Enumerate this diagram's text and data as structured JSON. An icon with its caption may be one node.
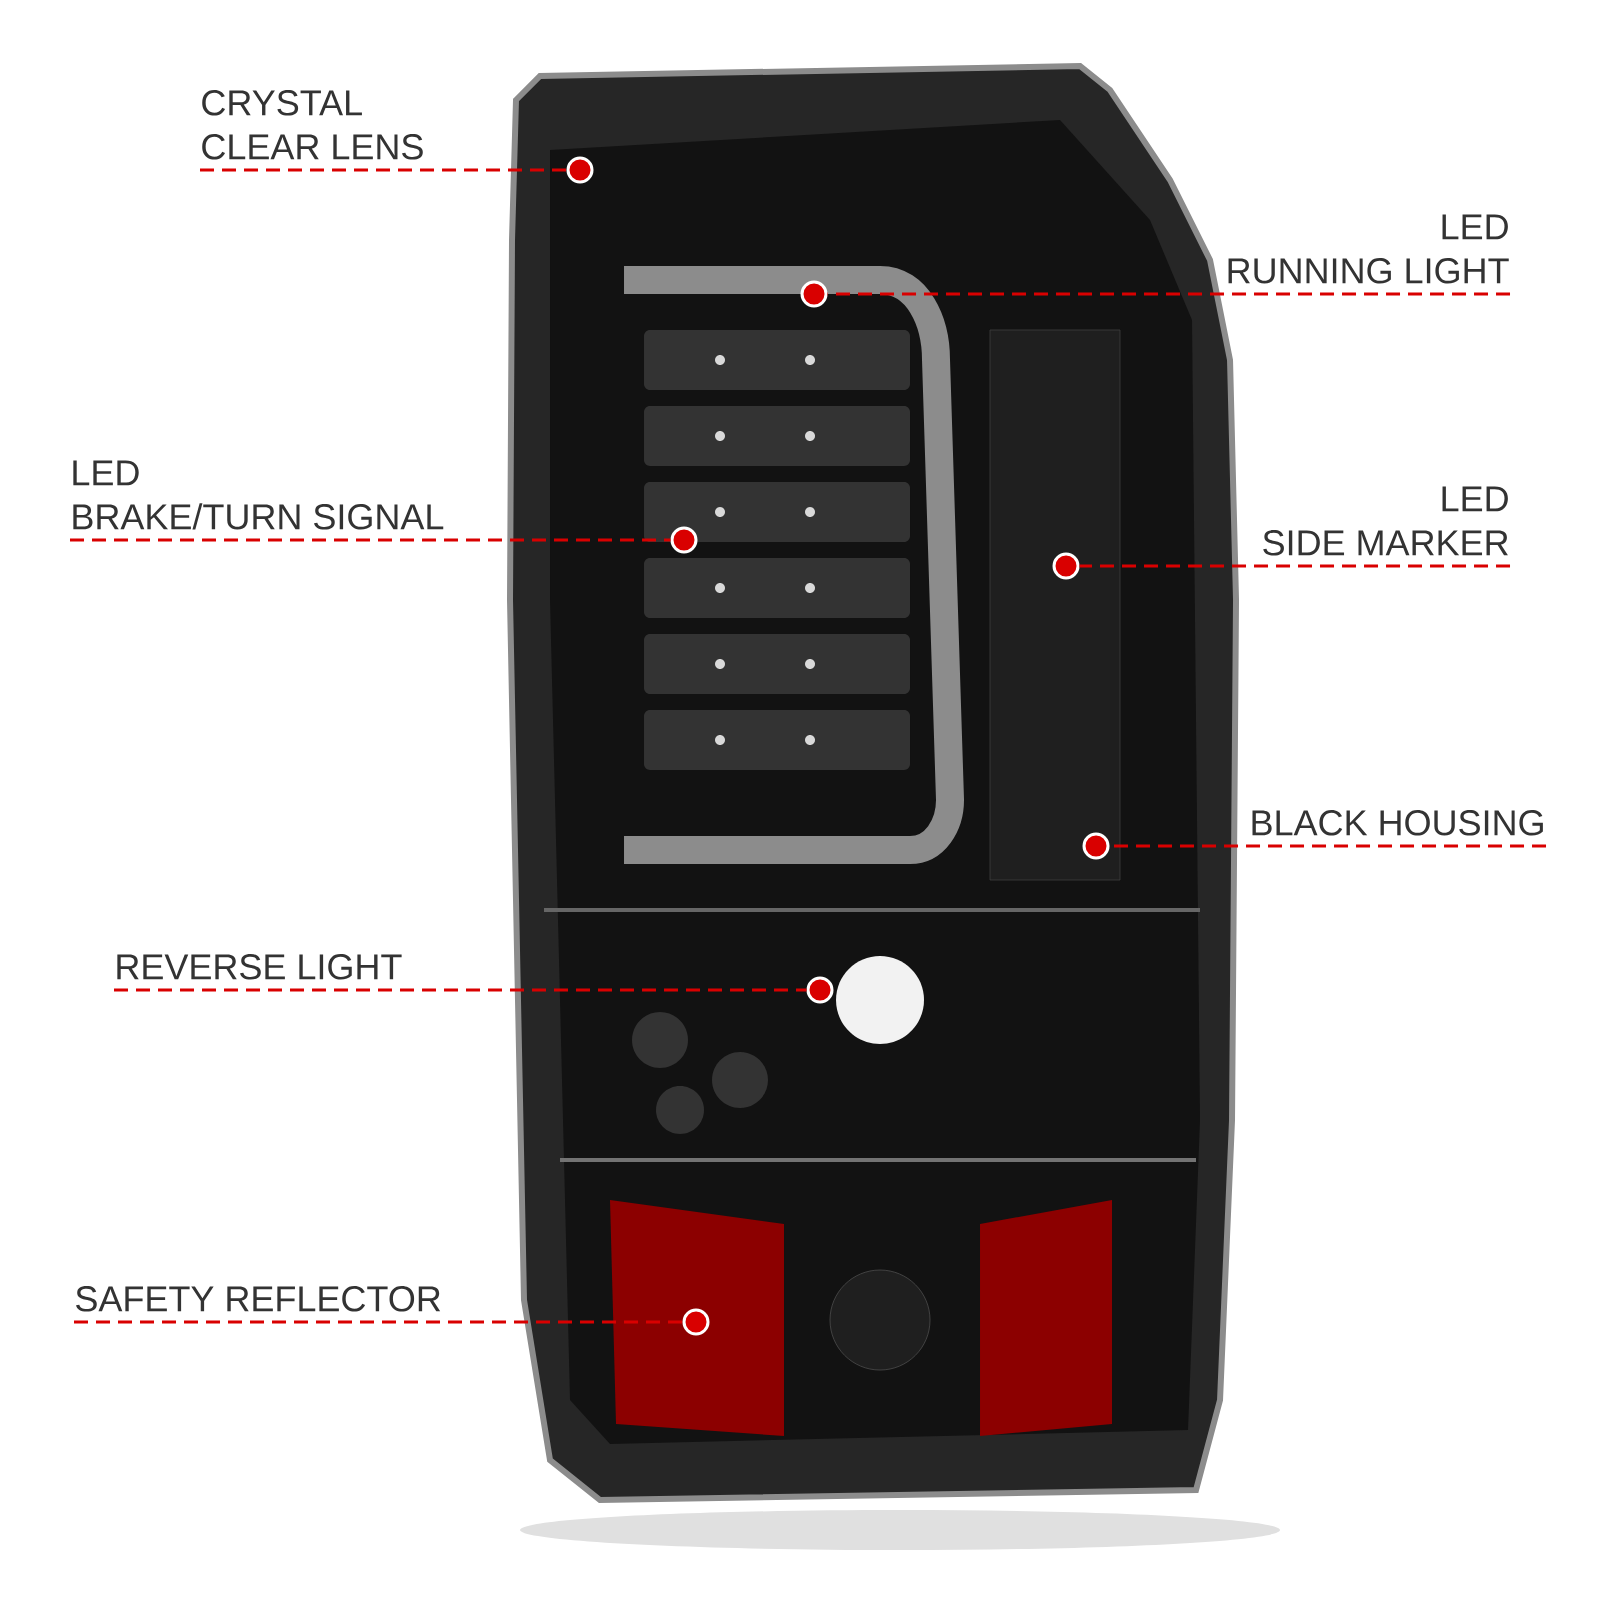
{
  "diagram": {
    "nodes": [
      {
        "text": [
          "CRYSTAL CLEAR LENS"
        ]
      },
      {
        "text": [
          "LED RUNNING LIGHT"
        ]
      },
      {
        "text": [
          "LED BRAKE/TURN SIGNAL"
        ]
      },
      {
        "text": [
          "LED SIDE MARKER"
        ]
      },
      {
        "text": [
          "BLACK HOUSING"
        ]
      },
      {
        "text": [
          "REVERSE LIGHT"
        ]
      },
      {
        "text": [
          "SAFETY REFLECTOR"
        ]
      },
      {
        "text": [],
        "shape": "circle"
      },
      {
        "text": [],
        "shape": "circle"
      },
      {
        "text": [],
        "shape": "circle"
      },
      {
        "text": [],
        "shape": "circle"
      },
      {
        "text": [],
        "shape": "circle"
      },
      {
        "text": [],
        "shape": "circle"
      },
      {
        "text": [],
        "shape": "circle"
      }
    ],
    "edges": [
      {
        "from": 0,
        "to": 7,
        "arrow": "none",
        "style": "dashed"
      },
      {
        "from": 1,
        "to": 8,
        "arrow": "none",
        "style": "dashed"
      },
      {
        "from": 2,
        "to": 9,
        "arrow": "none",
        "style": "dashed"
      },
      {
        "from": 3,
        "to": 10,
        "arrow": "none",
        "style": "dashed"
      },
      {
        "from": 4,
        "to": 11,
        "arrow": "none",
        "style": "dashed"
      },
      {
        "from": 5,
        "to": 12,
        "arrow": "none",
        "style": "dashed"
      },
      {
        "from": 6,
        "to": 13,
        "arrow": "none",
        "style": "dashed"
      }
    ]
  }
}
